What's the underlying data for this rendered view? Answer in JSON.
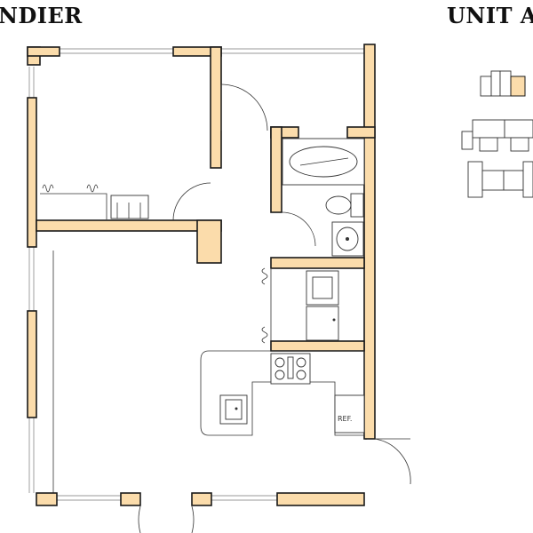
{
  "header": {
    "left_title": "NDIER",
    "right_title": "UNIT A '"
  },
  "plan": {
    "fridge_label": "REF."
  },
  "colors": {
    "wall_fill": "#fbdcab",
    "wall_stroke": "#1a1a1a",
    "highlight": "#fbdcab",
    "background": "#ffffff"
  }
}
